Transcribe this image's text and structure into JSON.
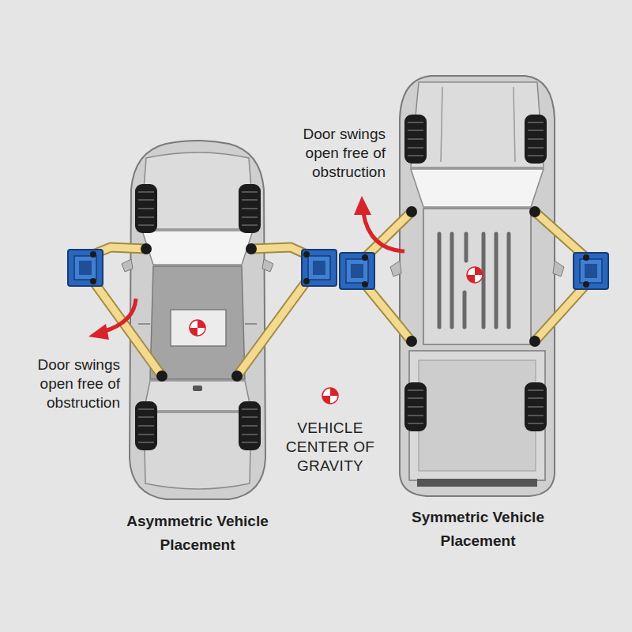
{
  "diagram": {
    "labels": [
      "Door swings open free of obstruction",
      "Door swings open free of obstruction",
      "Asymmetric Vehicle Placement",
      "Symmetric Vehicle Placement"
    ],
    "legend": [
      {
        "text": "VEHICLE CENTER OF GRAVITY"
      }
    ]
  }
}
